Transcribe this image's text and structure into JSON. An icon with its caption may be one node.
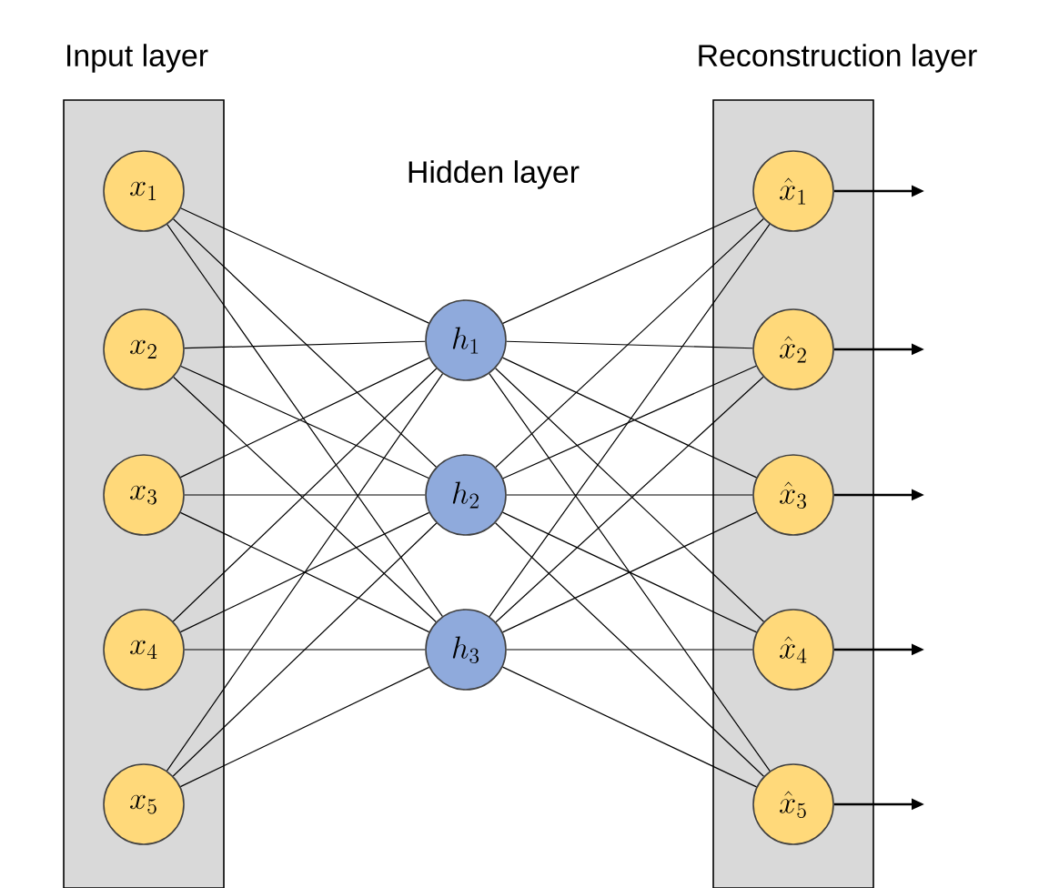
{
  "diagram": {
    "nodes": [
      {
        "text": [
          "Input layer"
        ]
      },
      {
        "text": [
          "x_{1}"
        ],
        "in": 0
      },
      {
        "text": [
          "x_{2}"
        ],
        "in": 0
      },
      {
        "text": [
          "x_{3}"
        ],
        "in": 0
      },
      {
        "text": [
          "x_{4}"
        ],
        "in": 0
      },
      {
        "text": [
          "x_{5}"
        ],
        "in": 0
      },
      {
        "text": [
          "h_{1}"
        ]
      },
      {
        "text": [
          "h_{2}"
        ]
      },
      {
        "text": [
          "h_{3}"
        ]
      },
      {
        "text": [
          "Reconstruction layer"
        ]
      },
      {
        "text": [
          "\\hat{x}_{1}"
        ],
        "in": 9
      },
      {
        "text": [
          "\\hat{x}_{2}"
        ],
        "in": 9
      },
      {
        "text": [
          "\\hat{x}_{3}"
        ],
        "in": 9
      },
      {
        "text": [
          "\\hat{x}_{4}"
        ],
        "in": 9
      },
      {
        "text": [
          "\\hat{x}_{5}"
        ],
        "in": 9
      }
    ],
    "edges": [
      {
        "from": 1,
        "to": 6,
        "arrow": "none"
      },
      {
        "from": 1,
        "to": 7,
        "arrow": "none"
      },
      {
        "from": 1,
        "to": 8,
        "arrow": "none"
      },
      {
        "from": 2,
        "to": 6,
        "arrow": "none"
      },
      {
        "from": 2,
        "to": 7,
        "arrow": "none"
      },
      {
        "from": 2,
        "to": 8,
        "arrow": "none"
      },
      {
        "from": 3,
        "to": 6,
        "arrow": "none"
      },
      {
        "from": 3,
        "to": 7,
        "arrow": "none"
      },
      {
        "from": 3,
        "to": 8,
        "arrow": "none"
      },
      {
        "from": 4,
        "to": 6,
        "arrow": "none"
      },
      {
        "from": 4,
        "to": 7,
        "arrow": "none"
      },
      {
        "from": 4,
        "to": 8,
        "arrow": "none"
      },
      {
        "from": 5,
        "to": 6,
        "arrow": "none"
      },
      {
        "from": 5,
        "to": 7,
        "arrow": "none"
      },
      {
        "from": 5,
        "to": 8,
        "arrow": "none"
      },
      {
        "from": 6,
        "to": 10,
        "arrow": "none"
      },
      {
        "from": 6,
        "to": 11,
        "arrow": "none"
      },
      {
        "from": 6,
        "to": 12,
        "arrow": "none"
      },
      {
        "from": 6,
        "to": 13,
        "arrow": "none"
      },
      {
        "from": 6,
        "to": 14,
        "arrow": "none"
      },
      {
        "from": 7,
        "to": 10,
        "arrow": "none"
      },
      {
        "from": 7,
        "to": 11,
        "arrow": "none"
      },
      {
        "from": 7,
        "to": 12,
        "arrow": "none"
      },
      {
        "from": 7,
        "to": 13,
        "arrow": "none"
      },
      {
        "from": 7,
        "to": 14,
        "arrow": "none"
      },
      {
        "from": 8,
        "to": 10,
        "arrow": "none"
      },
      {
        "from": 8,
        "to": 11,
        "arrow": "none"
      },
      {
        "from": 8,
        "to": 12,
        "arrow": "none"
      },
      {
        "from": 8,
        "to": 13,
        "arrow": "none"
      },
      {
        "from": 8,
        "to": 14,
        "arrow": "none"
      },
      {
        "from": 10,
        "to": null,
        "arrow": "to"
      },
      {
        "from": 11,
        "to": null,
        "arrow": "to"
      },
      {
        "from": 12,
        "to": null,
        "arrow": "to"
      },
      {
        "from": 13,
        "to": null,
        "arrow": "to"
      },
      {
        "from": 14,
        "to": null,
        "arrow": "to"
      }
    ],
    "labels": [
      "Hidden layer"
    ]
  }
}
